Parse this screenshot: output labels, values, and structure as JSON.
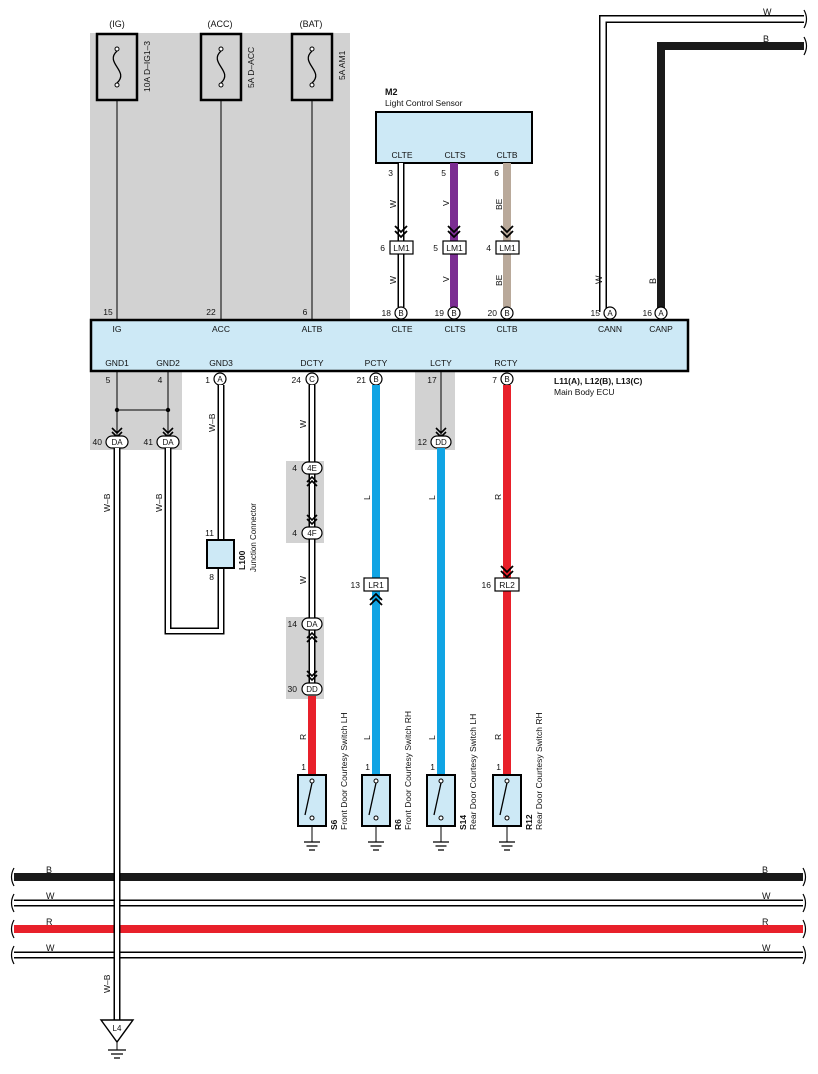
{
  "wire_colors": {
    "white": "#ffffff",
    "black": "#1a1a1a",
    "red": "#e8202a",
    "blue": "#10a4e4",
    "violet": "#7b2d92",
    "beige": "#b9a99a",
    "ecu_fill": "#cde9f6",
    "connector_shade": "#d2d2d2"
  },
  "fuses": [
    {
      "feed": "(IG)",
      "rating": "10A  D–IG1–3"
    },
    {
      "feed": "(ACC)",
      "rating": "5A  D–ACC"
    },
    {
      "feed": "(BAT)",
      "rating": "5A  AM1"
    }
  ],
  "sensor": {
    "code": "M2",
    "name": "Light Control Sensor",
    "pins": [
      {
        "label": "CLTE",
        "pin": "3",
        "wire": "W"
      },
      {
        "label": "CLTS",
        "pin": "5",
        "wire": "V"
      },
      {
        "label": "CLTB",
        "pin": "6",
        "wire": "BE"
      }
    ]
  },
  "lm1": [
    {
      "pin": "6",
      "id": "LM1",
      "wire": "W"
    },
    {
      "pin": "5",
      "id": "LM1",
      "wire": "V"
    },
    {
      "pin": "4",
      "id": "LM1",
      "wire": "BE"
    }
  ],
  "ecu": {
    "code": "L11(A), L12(B), L13(C)",
    "name": "Main Body ECU",
    "top_pins": [
      {
        "label": "IG",
        "pin": "15",
        "conn": ""
      },
      {
        "label": "ACC",
        "pin": "22",
        "conn": ""
      },
      {
        "label": "ALTB",
        "pin": "6",
        "conn": ""
      },
      {
        "label": "CLTE",
        "pin": "18",
        "conn": "B"
      },
      {
        "label": "CLTS",
        "pin": "19",
        "conn": "B"
      },
      {
        "label": "CLTB",
        "pin": "20",
        "conn": "B"
      },
      {
        "label": "CANN",
        "pin": "15",
        "conn": "A",
        "wire": "W"
      },
      {
        "label": "CANP",
        "pin": "16",
        "conn": "A",
        "wire": "B"
      }
    ],
    "bottom_pins": [
      {
        "label": "GND1",
        "pin": "5",
        "conn": ""
      },
      {
        "label": "GND2",
        "pin": "4",
        "conn": ""
      },
      {
        "label": "GND3",
        "pin": "1",
        "conn": "A"
      },
      {
        "label": "DCTY",
        "pin": "24",
        "conn": "C"
      },
      {
        "label": "PCTY",
        "pin": "21",
        "conn": "B"
      },
      {
        "label": "LCTY",
        "pin": "17",
        "conn": ""
      },
      {
        "label": "RCTY",
        "pin": "7",
        "conn": "B"
      }
    ]
  },
  "can_lines": [
    {
      "label": "W"
    },
    {
      "label": "B"
    }
  ],
  "ground_joints": [
    {
      "pin": "40",
      "id": "DA",
      "wire": "W–B"
    },
    {
      "pin": "41",
      "id": "DA",
      "wire": "W–B"
    }
  ],
  "gnd3_wire": "W–B",
  "junction": {
    "code": "L100",
    "name": "Junction Connector",
    "pin_top": "11",
    "pin_bottom": "8"
  },
  "dcty_path": {
    "wire_top": "W",
    "joint1": {
      "pin": "4",
      "id": "4E"
    },
    "joint2": {
      "pin": "4",
      "id": "4F"
    },
    "wire_mid": "W",
    "joint3": {
      "pin": "14",
      "id": "DA"
    },
    "joint4": {
      "pin": "30",
      "id": "DD"
    },
    "wire_bottom": "R"
  },
  "pcty_path": {
    "wire_top": "L",
    "joint": {
      "pin": "13",
      "id": "LR1"
    },
    "wire_bottom": "L"
  },
  "lcty_path": {
    "joint": {
      "pin": "12",
      "id": "DD"
    },
    "wire_top": "L",
    "wire_bottom": "L"
  },
  "rcty_path": {
    "wire_top": "R",
    "joint": {
      "pin": "16",
      "id": "RL2"
    },
    "wire_bottom": "R"
  },
  "switches": [
    {
      "code": "S6",
      "name": "Front Door Courtesy Switch LH",
      "pin": "1"
    },
    {
      "code": "R6",
      "name": "Front Door Courtesy Switch RH",
      "pin": "1"
    },
    {
      "code": "S14",
      "name": "Rear Door Courtesy Switch LH",
      "pin": "1"
    },
    {
      "code": "R12",
      "name": "Rear Door Courtesy Switch RH",
      "pin": "1"
    }
  ],
  "bus_lines": [
    {
      "label_left": "B",
      "label_right": "B"
    },
    {
      "label_left": "W",
      "label_right": "W"
    },
    {
      "label_left": "R",
      "label_right": "R"
    },
    {
      "label_left": "W",
      "label_right": "W"
    }
  ],
  "ground_wire": "W–B",
  "ground_point": "L4"
}
